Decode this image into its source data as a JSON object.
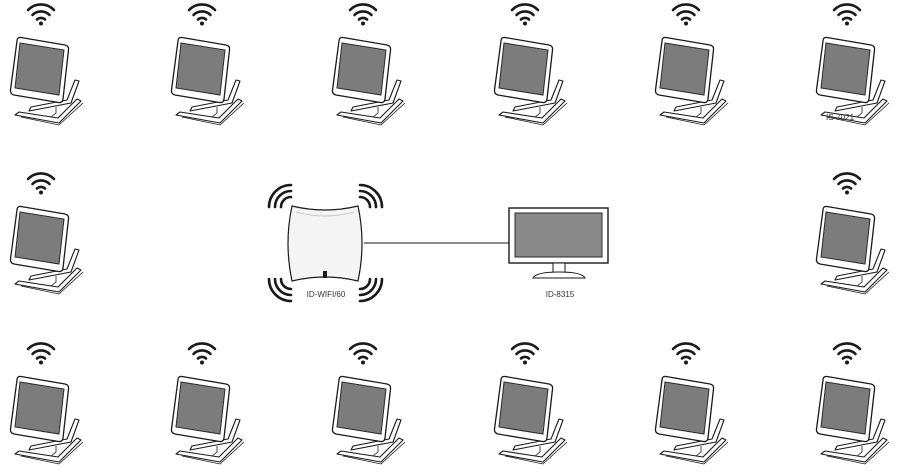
{
  "colors": {
    "line": "#1a1a1a",
    "screen": "#7c7c7c",
    "screen_border": "#2a2a2a",
    "device_fill": "#ffffff",
    "ap_fill": "#f4f4f4",
    "monitor_screen": "#8a8a8a"
  },
  "icons": {
    "wifi": "wifi-icon",
    "access_point_waves": "signal-waves-icon",
    "tablet": "tablet-terminal-icon",
    "access_point": "access-point-icon",
    "monitor": "monitor-icon"
  },
  "diagram": {
    "access_point": {
      "label": "ID-WIFI/60"
    },
    "server": {
      "label": "ID-8315"
    },
    "terminals": [
      {
        "label": ""
      },
      {
        "label": ""
      },
      {
        "label": ""
      },
      {
        "label": ""
      },
      {
        "label": ""
      },
      {
        "label": "IS-7021"
      },
      {
        "label": ""
      },
      {
        "label": ""
      },
      {
        "label": ""
      },
      {
        "label": ""
      },
      {
        "label": ""
      },
      {
        "label": ""
      },
      {
        "label": ""
      },
      {
        "label": ""
      }
    ]
  }
}
